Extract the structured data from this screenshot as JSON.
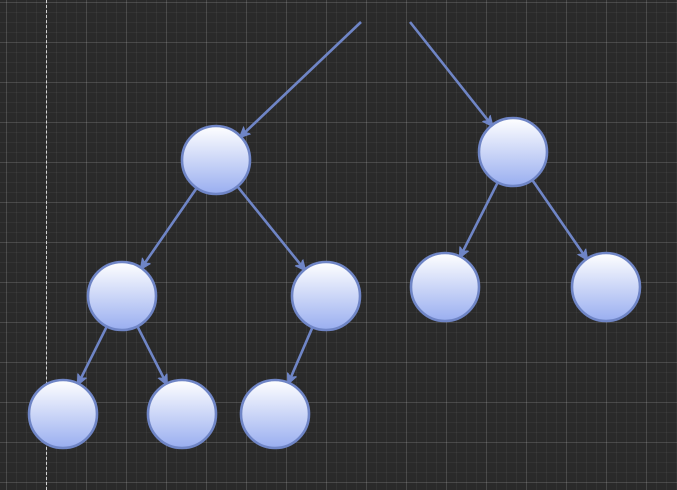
{
  "diagram": {
    "type": "binary-tree",
    "colors": {
      "background": "#2a2a2a",
      "stroke": "#6f85c6",
      "fill_top": "#ffffff",
      "fill_bottom": "#99aef0"
    },
    "nodes": [
      {
        "id": "a"
      },
      {
        "id": "b"
      },
      {
        "id": "c"
      },
      {
        "id": "d"
      },
      {
        "id": "e"
      },
      {
        "id": "f"
      },
      {
        "id": "g"
      },
      {
        "id": "h"
      },
      {
        "id": "i"
      }
    ],
    "edges": [
      {
        "from": "root",
        "to": "a"
      },
      {
        "from": "root",
        "to": "b"
      },
      {
        "from": "a",
        "to": "c"
      },
      {
        "from": "a",
        "to": "d"
      },
      {
        "from": "c",
        "to": "g"
      },
      {
        "from": "c",
        "to": "h"
      },
      {
        "from": "d",
        "to": "i"
      },
      {
        "from": "b",
        "to": "e"
      },
      {
        "from": "b",
        "to": "f"
      }
    ]
  }
}
